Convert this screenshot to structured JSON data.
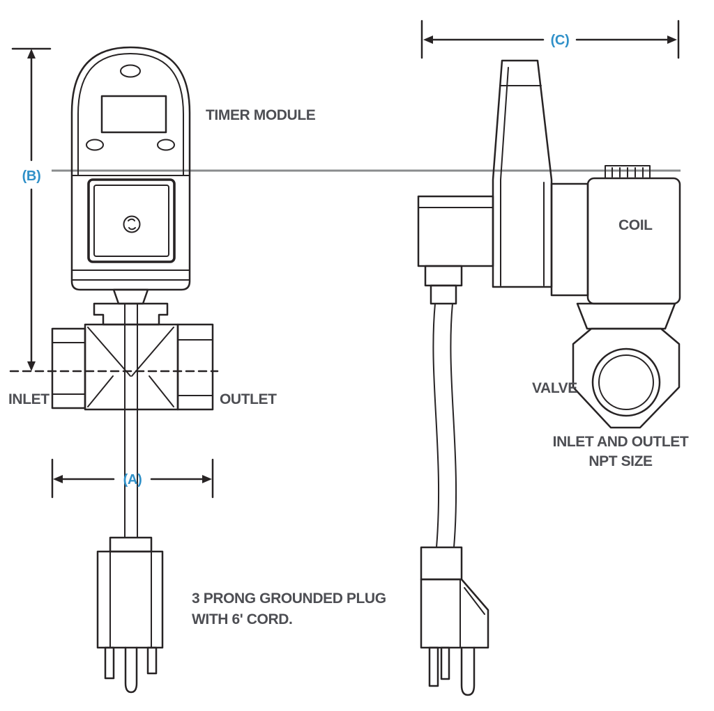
{
  "diagram": {
    "colors": {
      "line": "#272324",
      "dimension_label": "#2f90c8",
      "reference_line": "#8a8c8e",
      "label_text": "#4d4e53"
    },
    "front_view": {
      "timer_module_label": "TIMER MODULE",
      "inlet_label": "INLET",
      "outlet_label": "OUTLET",
      "plug_note_line1": "3 PRONG GROUNDED PLUG",
      "plug_note_line2": "WITH 6' CORD."
    },
    "side_view": {
      "coil_label": "COIL",
      "valve_label": "VALVE",
      "npt_note_line1": "INLET AND OUTLET",
      "npt_note_line2": "NPT SIZE"
    },
    "dimensions": {
      "a": "(A)",
      "b": "(B)",
      "c": "(C)"
    }
  }
}
